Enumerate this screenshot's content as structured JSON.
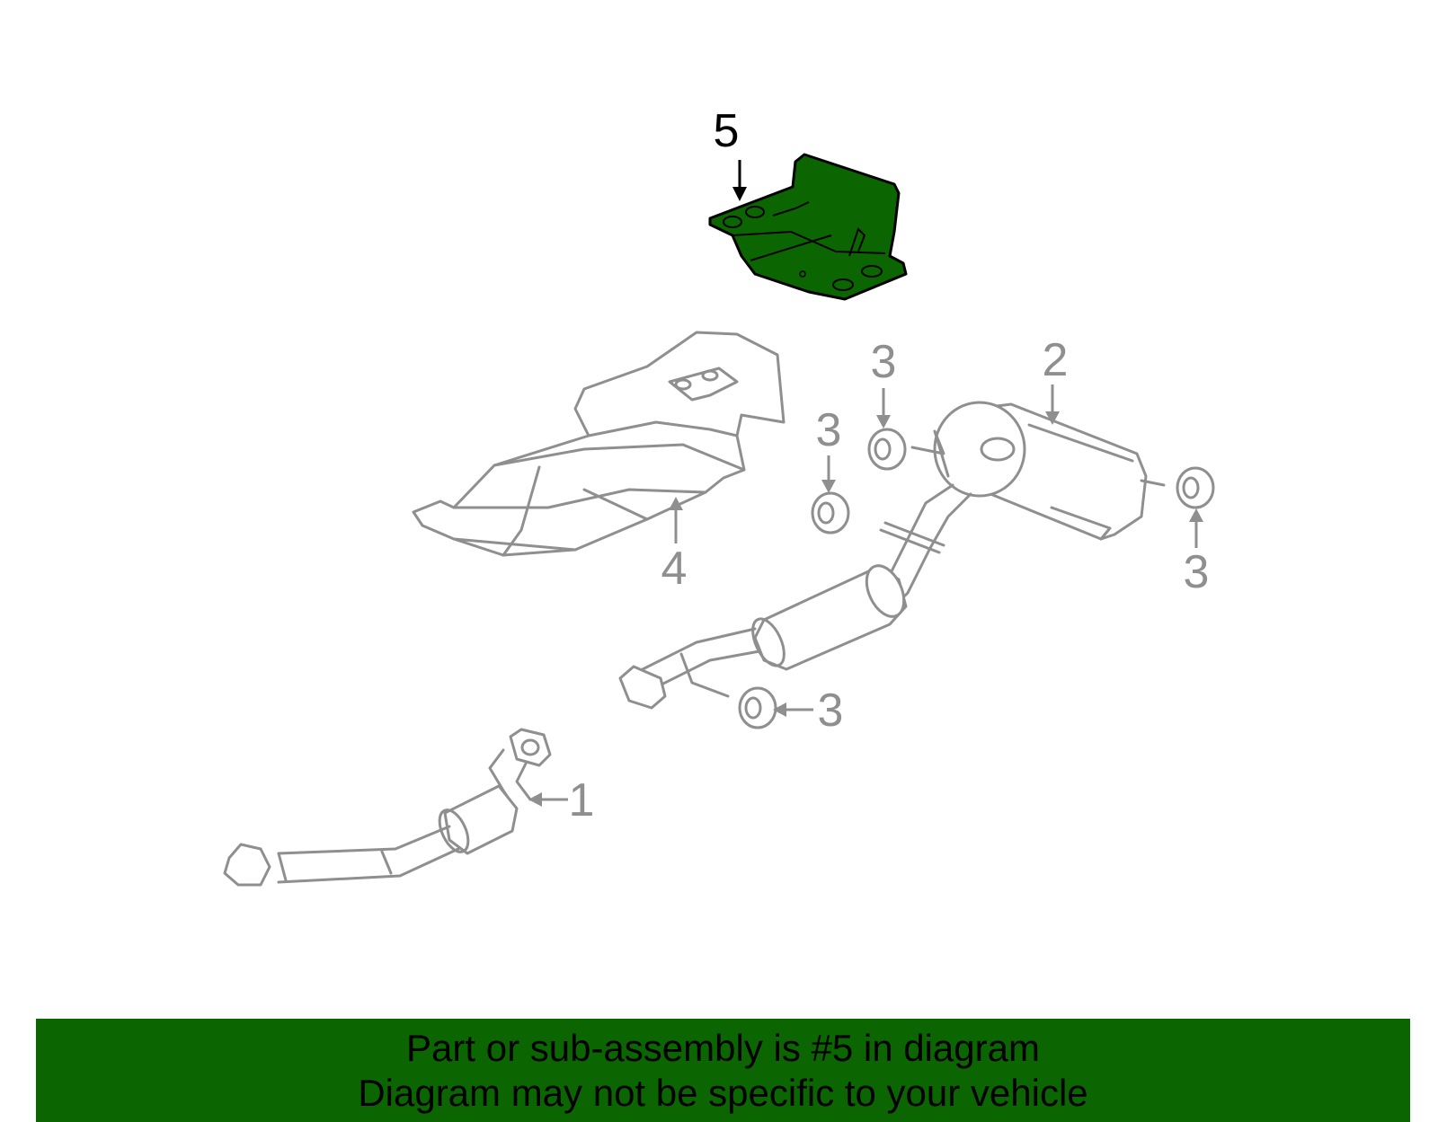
{
  "diagram": {
    "callouts": [
      {
        "id": "1",
        "label": "1"
      },
      {
        "id": "2",
        "label": "2"
      },
      {
        "id": "3",
        "label": "3"
      },
      {
        "id": "4",
        "label": "4"
      },
      {
        "id": "5",
        "label": "5"
      }
    ],
    "highlighted_part": "5",
    "colors": {
      "highlight": "#0b6500",
      "outline": "#8f8f8f",
      "active_text": "#000000"
    }
  },
  "banner": {
    "line1": "Part or sub-assembly is #5 in diagram",
    "line2": "Diagram may not be specific to your vehicle"
  }
}
